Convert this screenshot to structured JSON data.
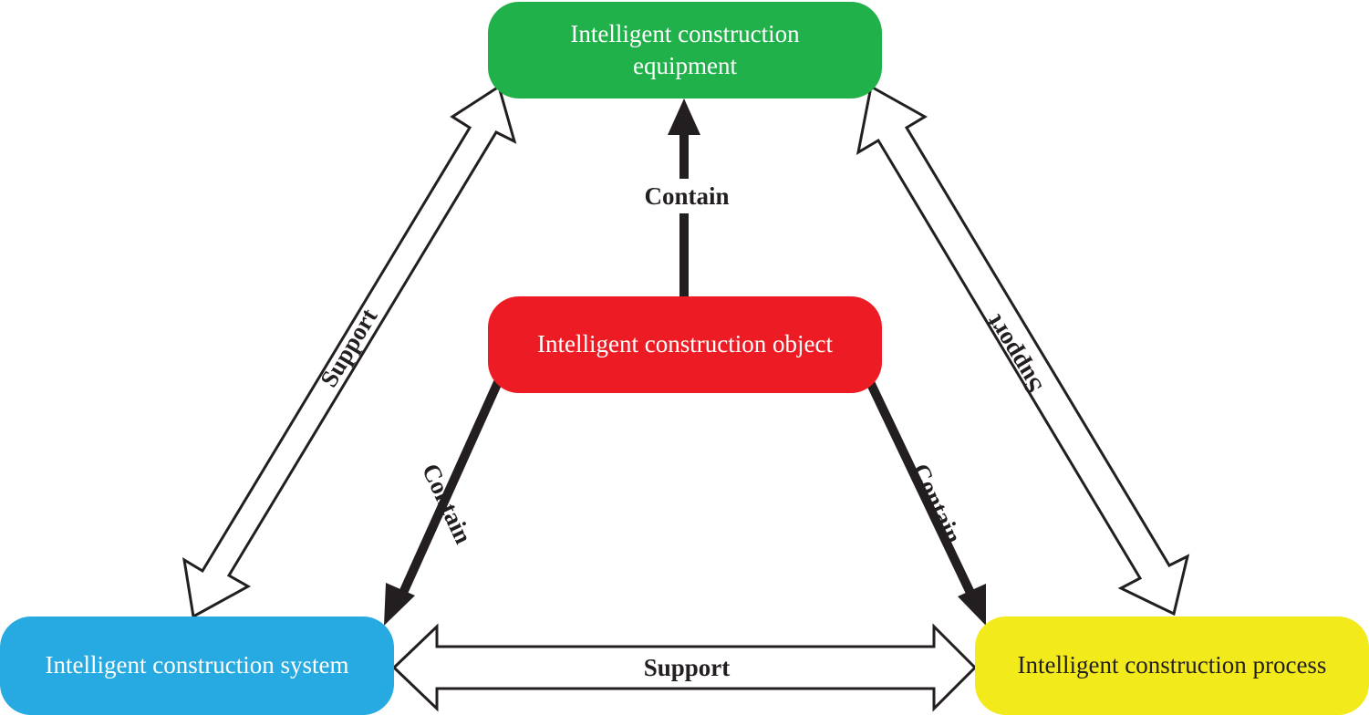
{
  "nodes": {
    "equipment": {
      "label": "Intelligent construction\nequipment",
      "color": "#21b14b"
    },
    "object": {
      "label": "Intelligent construction object",
      "color": "#ed1c24"
    },
    "system": {
      "label": "Intelligent construction system",
      "color": "#27aae1"
    },
    "process": {
      "label": "Intelligent construction process",
      "color": "#f2ea1b"
    }
  },
  "edges": {
    "contain_up": {
      "label": "Contain",
      "from": "object",
      "to": "equipment"
    },
    "contain_left": {
      "label": "Contain",
      "from": "object",
      "to": "system"
    },
    "contain_right": {
      "label": "Contain",
      "from": "object",
      "to": "process"
    },
    "support_left": {
      "label": "Support",
      "between": [
        "equipment",
        "system"
      ]
    },
    "support_right": {
      "label": "Support",
      "between": [
        "equipment",
        "process"
      ]
    },
    "support_bottom": {
      "label": "Support",
      "between": [
        "system",
        "process"
      ]
    }
  },
  "colors": {
    "arrow_stroke": "#231f20",
    "arrow_fill_hollow": "#ffffff"
  }
}
